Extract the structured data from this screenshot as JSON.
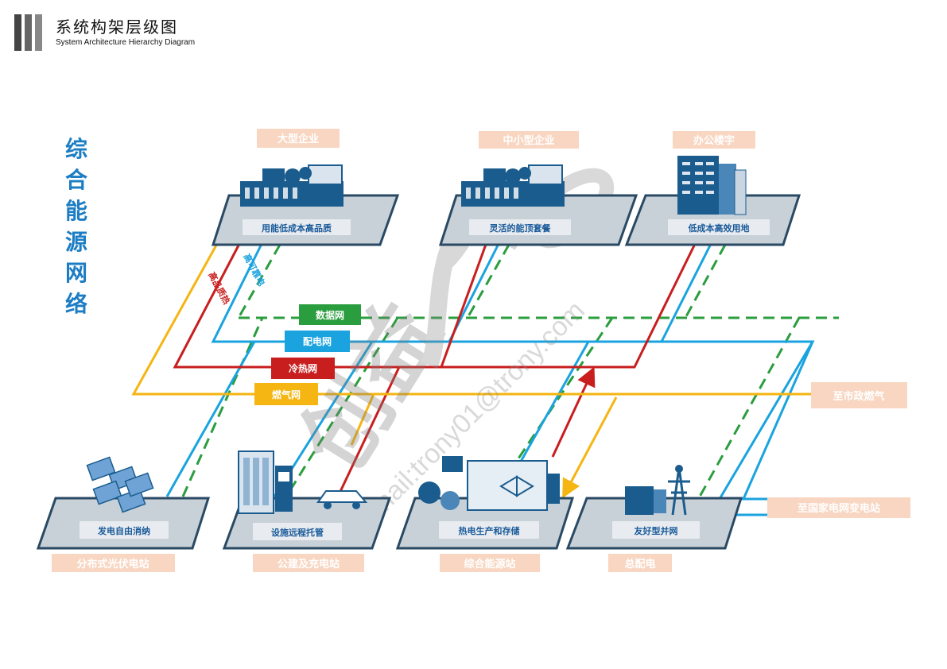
{
  "header": {
    "title_zh": "系统构架层级图",
    "title_en": "System Architecture Hierarchy Diagram"
  },
  "side_title": "综合能源网络",
  "colors": {
    "data_net": "#2a9d3e",
    "power_net": "#1aa3df",
    "heat_net": "#c81e1e",
    "gas_net": "#f5b512",
    "tag_bg": "#f8d6c2",
    "platform_fill": "#c8d0d8",
    "platform_edge": "#2a4a64",
    "building": "#1b5c8e"
  },
  "top_nodes": [
    {
      "tag": "大型企业",
      "caption": "用能低成本高品质"
    },
    {
      "tag": "中小型企业",
      "caption": "灵活的能顶套餐"
    },
    {
      "tag": "办公楼宇",
      "caption": "低成本高效用地"
    }
  ],
  "bottom_nodes": [
    {
      "tag": "分布式光伏电站",
      "caption": "发电自由消纳"
    },
    {
      "tag": "公建及充电站",
      "caption": "设施远程托管"
    },
    {
      "tag": "综合能源站",
      "caption": "热电生产和存储"
    },
    {
      "tag": "总配电",
      "caption": "友好型并网"
    }
  ],
  "networks": {
    "data": "数据网",
    "power": "配电网",
    "heat": "冷热网",
    "gas": "燃气网"
  },
  "line_labels": {
    "quality_heat": "高品质热",
    "reliable_power": "高可靠电"
  },
  "external": {
    "gas": "至市政燃气",
    "grid": "至国家电网变电站"
  },
  "watermark": {
    "big": "创益",
    "email": "Email:trony01@trony.com"
  }
}
